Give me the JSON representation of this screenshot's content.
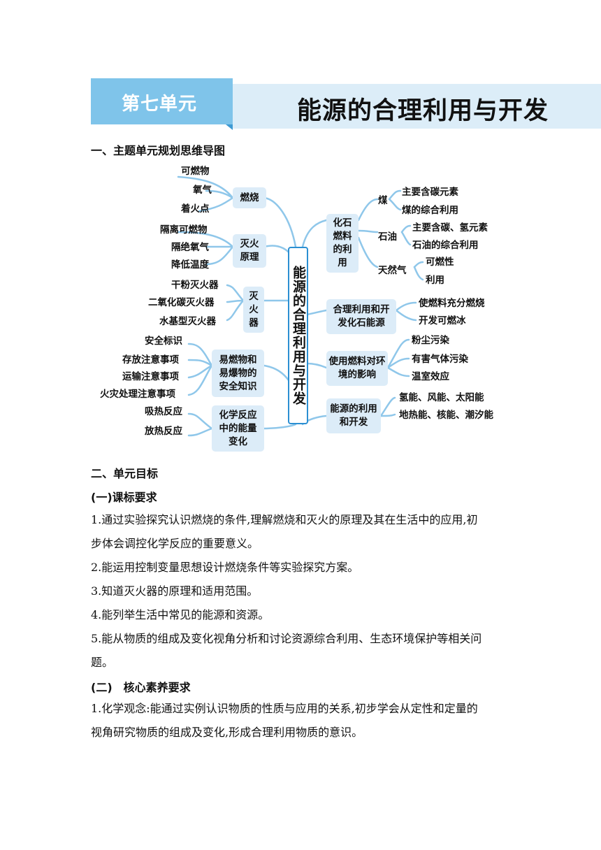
{
  "banner": {
    "unit": "第七单元",
    "title": "能源的合理利用与开发"
  },
  "section1": {
    "title": "一、主题单元规划思维导图"
  },
  "mindmap": {
    "center": "能源的合理利用与开发",
    "left": [
      {
        "label": "燃烧",
        "leaves": [
          "可燃物",
          "氧气",
          "着火点"
        ]
      },
      {
        "label": "灭火原理",
        "leaves": [
          "隔离可燃物",
          "隔绝氧气",
          "降低温度"
        ]
      },
      {
        "label": "灭火器",
        "leaves": [
          "干粉灭火器",
          "二氧化碳灭火器",
          "水基型灭火器"
        ]
      },
      {
        "label": "易燃物和易爆物的安全知识",
        "leaves": [
          "安全标识",
          "存放注意事项",
          "运输注意事项",
          "火灾处理注意事项"
        ]
      },
      {
        "label": "化学反应中的能量变化",
        "leaves": [
          "吸热反应",
          "放热反应"
        ]
      }
    ],
    "right": [
      {
        "label": "化石燃料的利用",
        "subs": [
          {
            "name": "煤",
            "leaves": [
              "主要含碳元素",
              "煤的综合利用"
            ]
          },
          {
            "name": "石油",
            "leaves": [
              "主要含碳、氢元素",
              "石油的综合利用"
            ]
          },
          {
            "name": "天然气",
            "leaves": [
              "可燃性",
              "利用"
            ]
          }
        ]
      },
      {
        "label": "合理利用和开发化石能源",
        "leaves": [
          "使燃料充分燃烧",
          "开发可燃冰"
        ]
      },
      {
        "label": "使用燃料对环境的影响",
        "leaves": [
          "粉尘污染",
          "有害气体污染",
          "温室效应"
        ]
      },
      {
        "label": "能源的利用和开发",
        "leaves": [
          "氢能、风能、太阳能",
          "地热能、核能、潮汐能"
        ]
      }
    ]
  },
  "section2": {
    "title": "二、单元目标",
    "sub1": "(一)课标要求",
    "items1": [
      "1.通过实验探究认识燃烧的条件,理解燃烧和灭火的原理及其在生活中的应用,初",
      "步体会调控化学反应的重要意义。",
      "2.能运用控制变量思想设计燃烧条件等实验探究方案。",
      "3.知道灭火器的原理和适用范围。",
      "4.能列举生活中常见的能源和资源。",
      "5.能从物质的组成及变化视角分析和讨论资源综合利用、生态环境保护等相关问",
      "题。"
    ],
    "sub2": "(二)　核心素养要求",
    "items2": [
      "1.化学观念:能通过实例认识物质的性质与应用的关系,初步学会从定性和定量的",
      "视角研究物质的组成及变化,形成合理利用物质的意识。"
    ]
  }
}
